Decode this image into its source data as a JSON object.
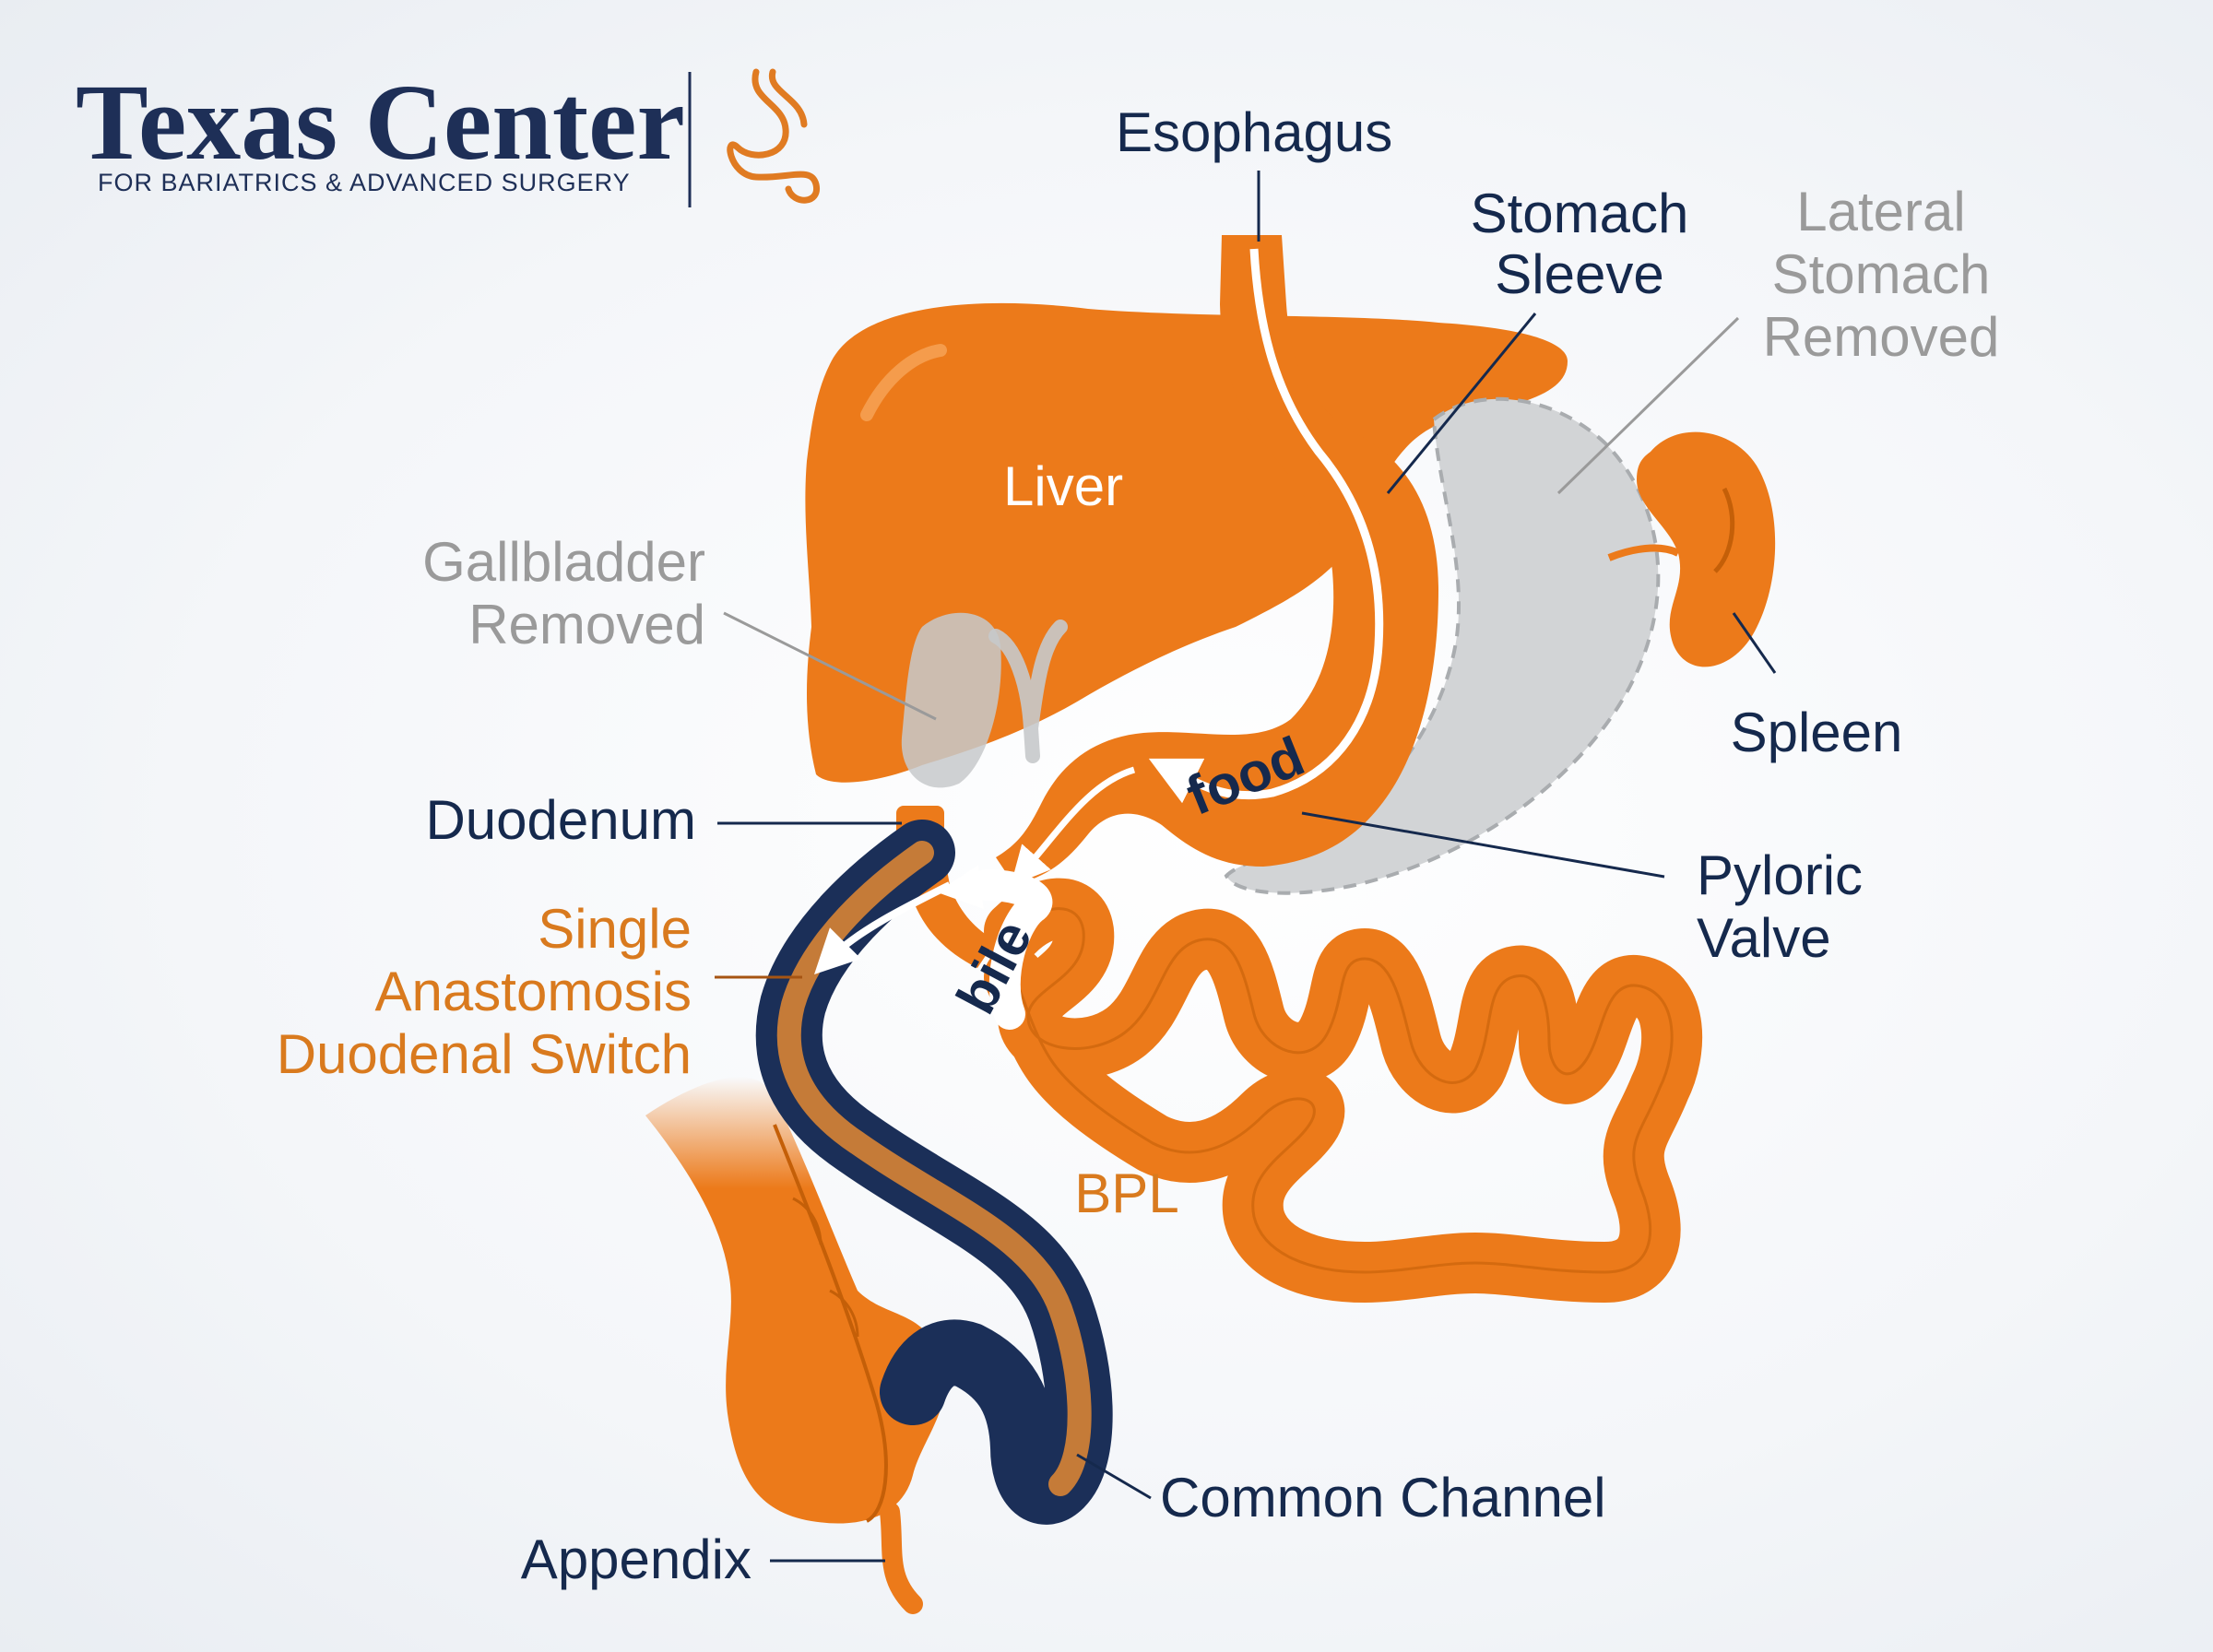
{
  "logo": {
    "title": "Texas Center",
    "subtitle": "FOR BARIATRICS & ADVANCED SURGERY",
    "icon": "stomach-intestine-icon"
  },
  "labels": {
    "esophagus": "Esophagus",
    "stomach_sleeve_1": "Stomach",
    "stomach_sleeve_2": "Sleeve",
    "lateral_1": "Lateral",
    "lateral_2": "Stomach",
    "lateral_3": "Removed",
    "liver": "Liver",
    "gallbladder_1": "Gallbladder",
    "gallbladder_2": "Removed",
    "spleen": "Spleen",
    "duodenum": "Duodenum",
    "sads_1": "Single",
    "sads_2": "Anastomosis",
    "sads_3": "Duodenal Switch",
    "pyloric_1": "Pyloric",
    "pyloric_2": "Valve",
    "food": "food",
    "bile": "bile",
    "bpl": "BPL",
    "common_channel": "Common Channel",
    "appendix": "Appendix"
  },
  "colors": {
    "organ": "#ec7a1a",
    "organ_dark": "#c45f08",
    "removed": "#d2d4d6",
    "navy": "#15294d",
    "label_gray": "#9a9a9a",
    "label_orange": "#d97a1e"
  }
}
